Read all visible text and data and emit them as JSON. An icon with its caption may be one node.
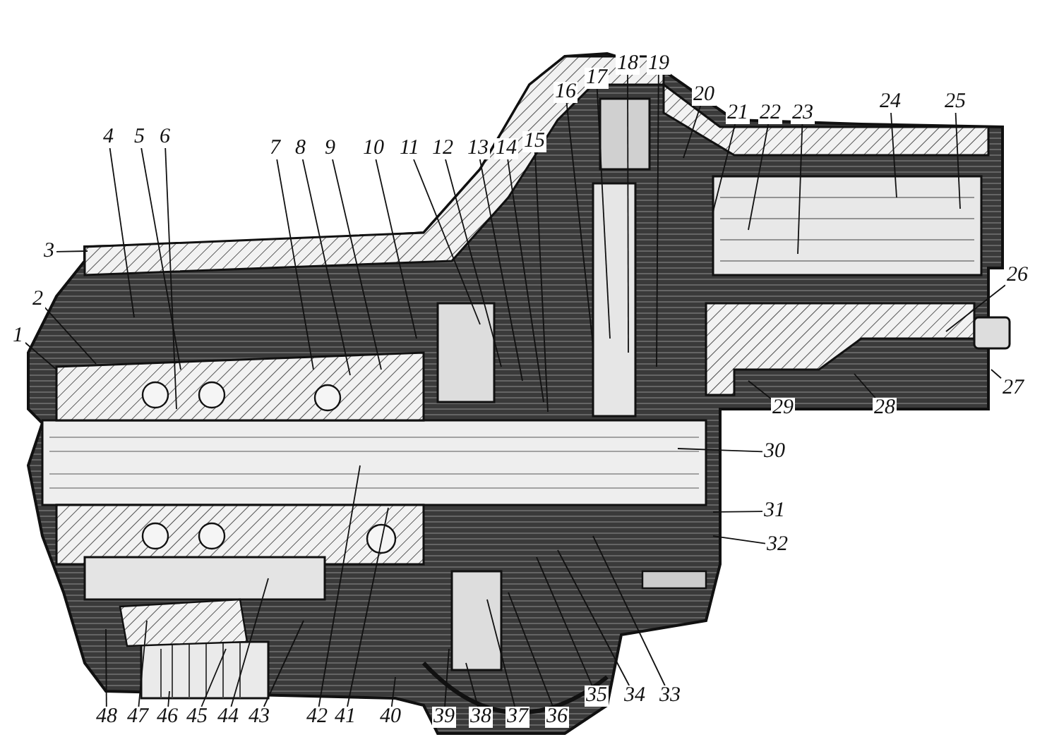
{
  "diagram": {
    "nodes": [
      {
        "text": [
          "1"
        ]
      },
      {
        "text": [
          "2"
        ]
      },
      {
        "text": [
          "3"
        ]
      },
      {
        "text": [
          "4"
        ]
      },
      {
        "text": [
          "5"
        ]
      },
      {
        "text": [
          "6"
        ]
      },
      {
        "text": [
          "7"
        ]
      },
      {
        "text": [
          "8"
        ]
      },
      {
        "text": [
          "9"
        ]
      },
      {
        "text": [
          "10"
        ]
      },
      {
        "text": [
          "11"
        ]
      },
      {
        "text": [
          "12"
        ]
      },
      {
        "text": [
          "13"
        ]
      },
      {
        "text": [
          "14"
        ]
      },
      {
        "text": [
          "15"
        ]
      },
      {
        "text": [
          "16"
        ]
      },
      {
        "text": [
          "17"
        ]
      },
      {
        "text": [
          "18"
        ]
      },
      {
        "text": [
          "19"
        ]
      },
      {
        "text": [
          "20"
        ]
      },
      {
        "text": [
          "21"
        ]
      },
      {
        "text": [
          "22"
        ]
      },
      {
        "text": [
          "23"
        ]
      },
      {
        "text": [
          "24"
        ]
      },
      {
        "text": [
          "25"
        ]
      },
      {
        "text": [
          "26"
        ]
      },
      {
        "text": [
          "27"
        ]
      },
      {
        "text": [
          "28"
        ]
      },
      {
        "text": [
          "29"
        ]
      },
      {
        "text": [
          "30"
        ]
      },
      {
        "text": [
          "31"
        ]
      },
      {
        "text": [
          "32"
        ]
      },
      {
        "text": [
          "33"
        ]
      },
      {
        "text": [
          "34"
        ]
      },
      {
        "text": [
          "35"
        ]
      },
      {
        "text": [
          "36"
        ]
      },
      {
        "text": [
          "37"
        ]
      },
      {
        "text": [
          "38"
        ]
      },
      {
        "text": [
          "39"
        ]
      },
      {
        "text": [
          "40"
        ]
      },
      {
        "text": [
          "41"
        ]
      },
      {
        "text": [
          "42"
        ]
      },
      {
        "text": [
          "43"
        ]
      },
      {
        "text": [
          "44"
        ]
      },
      {
        "text": [
          "45"
        ]
      },
      {
        "text": [
          "46"
        ]
      },
      {
        "text": [
          "47"
        ]
      },
      {
        "text": [
          "48"
        ]
      }
    ],
    "edges": [
      {
        "from": 0,
        "to": null,
        "arrow": "none"
      },
      {
        "from": 1,
        "to": null,
        "arrow": "none"
      },
      {
        "from": 2,
        "to": null,
        "arrow": "none"
      },
      {
        "from": 3,
        "to": null,
        "arrow": "none"
      },
      {
        "from": 4,
        "to": null,
        "arrow": "none"
      },
      {
        "from": 5,
        "to": null,
        "arrow": "none"
      },
      {
        "from": 6,
        "to": null,
        "arrow": "none"
      },
      {
        "from": 7,
        "to": null,
        "arrow": "none"
      },
      {
        "from": 8,
        "to": null,
        "arrow": "none"
      },
      {
        "from": 9,
        "to": null,
        "arrow": "none"
      },
      {
        "from": 10,
        "to": null,
        "arrow": "none"
      },
      {
        "from": 11,
        "to": null,
        "arrow": "none"
      },
      {
        "from": 12,
        "to": null,
        "arrow": "none"
      },
      {
        "from": 13,
        "to": null,
        "arrow": "none"
      },
      {
        "from": 14,
        "to": null,
        "arrow": "none"
      },
      {
        "from": 15,
        "to": null,
        "arrow": "none"
      },
      {
        "from": 16,
        "to": null,
        "arrow": "none"
      },
      {
        "from": 17,
        "to": null,
        "arrow": "none"
      },
      {
        "from": 18,
        "to": null,
        "arrow": "none"
      },
      {
        "from": 19,
        "to": null,
        "arrow": "none"
      },
      {
        "from": 20,
        "to": null,
        "arrow": "none"
      },
      {
        "from": 21,
        "to": null,
        "arrow": "none"
      },
      {
        "from": 22,
        "to": null,
        "arrow": "none"
      },
      {
        "from": 23,
        "to": null,
        "arrow": "none"
      },
      {
        "from": 24,
        "to": null,
        "arrow": "none"
      },
      {
        "from": 25,
        "to": null,
        "arrow": "none"
      },
      {
        "from": 26,
        "to": null,
        "arrow": "none"
      },
      {
        "from": 27,
        "to": null,
        "arrow": "none"
      },
      {
        "from": 28,
        "to": null,
        "arrow": "none"
      },
      {
        "from": 29,
        "to": null,
        "arrow": "none"
      },
      {
        "from": 30,
        "to": null,
        "arrow": "none"
      },
      {
        "from": 31,
        "to": null,
        "arrow": "none"
      },
      {
        "from": 32,
        "to": null,
        "arrow": "none"
      },
      {
        "from": 33,
        "to": null,
        "arrow": "none"
      },
      {
        "from": 34,
        "to": null,
        "arrow": "none"
      },
      {
        "from": 35,
        "to": null,
        "arrow": "none"
      },
      {
        "from": 36,
        "to": null,
        "arrow": "none"
      },
      {
        "from": 37,
        "to": null,
        "arrow": "none"
      },
      {
        "from": 38,
        "to": null,
        "arrow": "none"
      },
      {
        "from": 39,
        "to": null,
        "arrow": "none"
      },
      {
        "from": 40,
        "to": null,
        "arrow": "none"
      },
      {
        "from": 41,
        "to": null,
        "arrow": "none"
      },
      {
        "from": 42,
        "to": null,
        "arrow": "none"
      },
      {
        "from": 43,
        "to": null,
        "arrow": "none"
      },
      {
        "from": 44,
        "to": null,
        "arrow": "none"
      },
      {
        "from": 45,
        "to": null,
        "arrow": "none"
      },
      {
        "from": 46,
        "to": null,
        "arrow": "none"
      },
      {
        "from": 47,
        "to": null,
        "arrow": "none"
      }
    ]
  }
}
